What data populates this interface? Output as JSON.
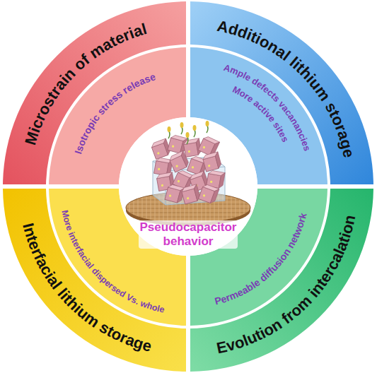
{
  "diagram": {
    "nodes": [
      {
        "text": [
          "Microstrain of material",
          "Isotropic stress release"
        ]
      },
      {
        "text": [
          "Additional lithium storage",
          "Ample defects vacanancies",
          "More active sites"
        ]
      },
      {
        "text": [
          "Interfacial lithium storage",
          "More interfacial dispersed Vs. whole"
        ]
      },
      {
        "text": [
          "Evolution from intercalation",
          "Permeable diffusion network"
        ]
      },
      {
        "text": [
          "Pseudocapacitor behavior"
        ]
      }
    ]
  }
}
